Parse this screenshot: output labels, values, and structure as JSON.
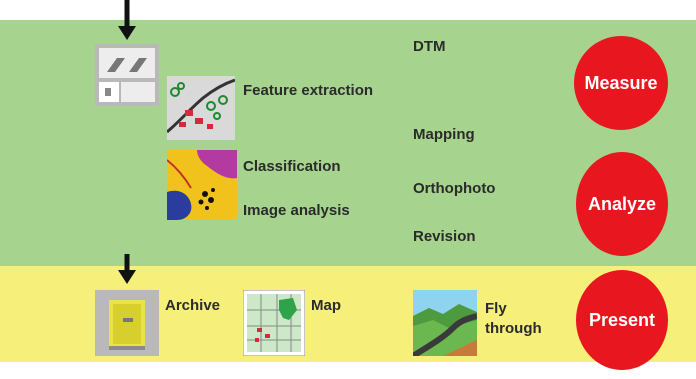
{
  "workflow": {
    "feature_extraction": "Feature extraction",
    "classification": "Classification",
    "image_analysis": "Image analysis",
    "dtm": "DTM",
    "mapping": "Mapping",
    "orthophoto": "Orthophoto",
    "revision": "Revision",
    "archive": "Archive",
    "map": "Map",
    "fly_through_line1": "Fly",
    "fly_through_line2": "through"
  },
  "stages": {
    "measure": "Measure",
    "analyze": "Analyze",
    "present": "Present"
  },
  "colors": {
    "green_band": "#a6d38e",
    "yellow_band": "#f6ef79",
    "stage_circle": "#e8161e"
  },
  "icons": [
    "down-arrow-icon",
    "stereo-plotter-icon",
    "feature-map-icon",
    "classification-map-icon",
    "archive-cabinet-icon",
    "map-icon",
    "fly-through-icon"
  ]
}
